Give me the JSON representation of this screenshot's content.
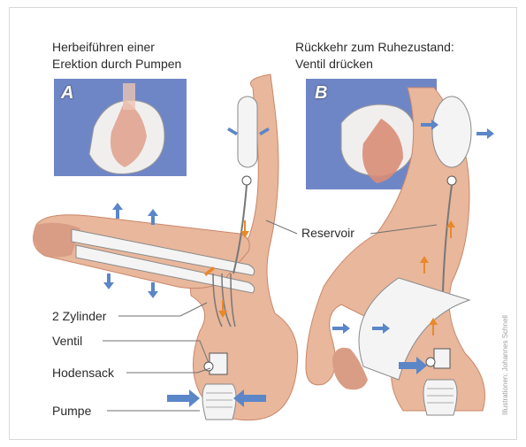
{
  "captions": {
    "left_line1": "Herbeiführen einer",
    "left_line2": "Erektion durch Pumpen",
    "right_line1": "Rückkehr zum Ruhezustand:",
    "right_line2": "Ventil drücken"
  },
  "panels": {
    "a_letter": "A",
    "b_letter": "B"
  },
  "labels": {
    "reservoir": "Reservoir",
    "zylinder": "2 Zylinder",
    "ventil": "Ventil",
    "hodensack": "Hodensack",
    "pumpe": "Pumpe"
  },
  "credit": "Illustrationen: Johannes Schnell",
  "colors": {
    "skin": "#e8b79c",
    "skin_dark": "#c9876a",
    "panel_blue": "#6f86c6",
    "arrow_blue": "#5b86c8",
    "arrow_orange": "#e8892a",
    "device_white": "#f4f4f4",
    "leader_gray": "#707070"
  }
}
